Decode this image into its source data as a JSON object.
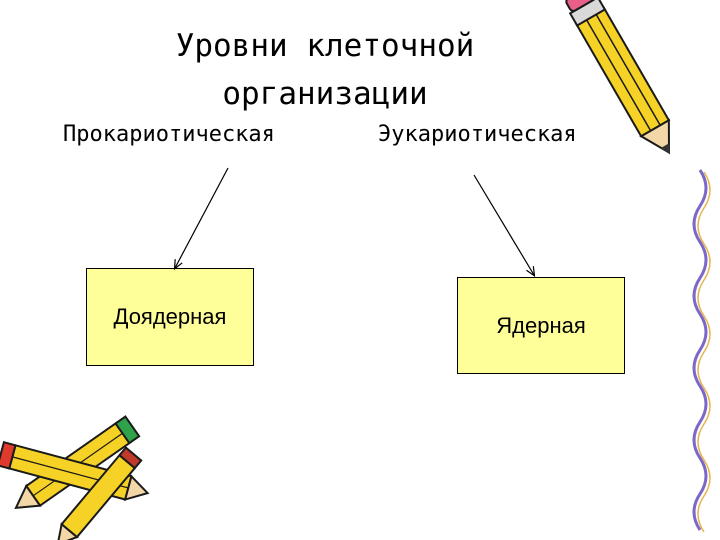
{
  "title": {
    "line1": "Уровни клеточной",
    "line2": "организации"
  },
  "levels": {
    "left": "Прокариотическая",
    "right": "Эукариотическая"
  },
  "boxes": {
    "left": "Доядерная",
    "right": "Ядерная"
  },
  "colors": {
    "box_fill": "#ffff99",
    "pencil_yellow": "#f7d226",
    "pencil_outline": "#1a1a1a",
    "border_wave_purple": "#7b68c8"
  },
  "decorations": [
    "pencil-icon",
    "crossed-pencils-icon",
    "wavy-border-line"
  ]
}
